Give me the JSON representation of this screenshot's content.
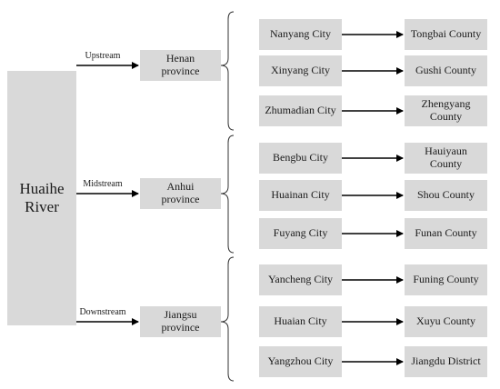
{
  "river": {
    "label": "Huaihe\nRiver"
  },
  "arrow_color": "#000000",
  "box_color": "#d9d9d9",
  "reaches": [
    {
      "stream": "Upstream",
      "province": "Henan\nprovince",
      "branches": [
        {
          "city": "Nanyang City",
          "county": "Tongbai County"
        },
        {
          "city": "Xinyang City",
          "county": "Gushi County"
        },
        {
          "city": "Zhumadian City",
          "county": "Zhengyang\nCounty"
        }
      ]
    },
    {
      "stream": "Midstream",
      "province": "Anhui\nprovince",
      "branches": [
        {
          "city": "Bengbu City",
          "county": "Hauiyaun\nCounty"
        },
        {
          "city": "Huainan City",
          "county": "Shou County"
        },
        {
          "city": "Fuyang City",
          "county": "Funan County"
        }
      ]
    },
    {
      "stream": "Downstream",
      "province": "Jiangsu\nprovince",
      "branches": [
        {
          "city": "Yancheng City",
          "county": "Funing County"
        },
        {
          "city": "Huaian City",
          "county": "Xuyu County"
        },
        {
          "city": "Yangzhou City",
          "county": "Jiangdu District"
        }
      ]
    }
  ]
}
